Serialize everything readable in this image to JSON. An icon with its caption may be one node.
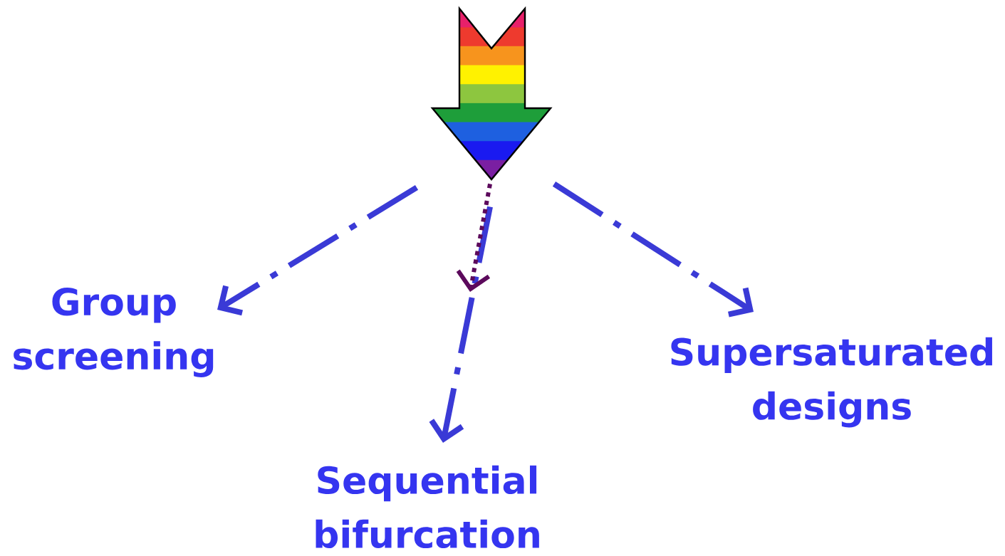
{
  "diagram": {
    "nodes": [
      {
        "text": [],
        "shape": "arrow"
      },
      {
        "text": [
          "Group screening"
        ]
      },
      {
        "text": [
          "Sequential bifurcation"
        ]
      },
      {
        "text": [
          "Supersaturated designs"
        ]
      }
    ],
    "edges": [
      {
        "from": 0,
        "to": 1,
        "arrow": "to"
      },
      {
        "from": 0,
        "to": 2,
        "arrow": "to"
      },
      {
        "from": 0,
        "to": 3,
        "arrow": "to"
      },
      {
        "from": 0,
        "to": null,
        "arrow": "to",
        "style": "dashed",
        "color": "#5c0a5c"
      }
    ]
  }
}
